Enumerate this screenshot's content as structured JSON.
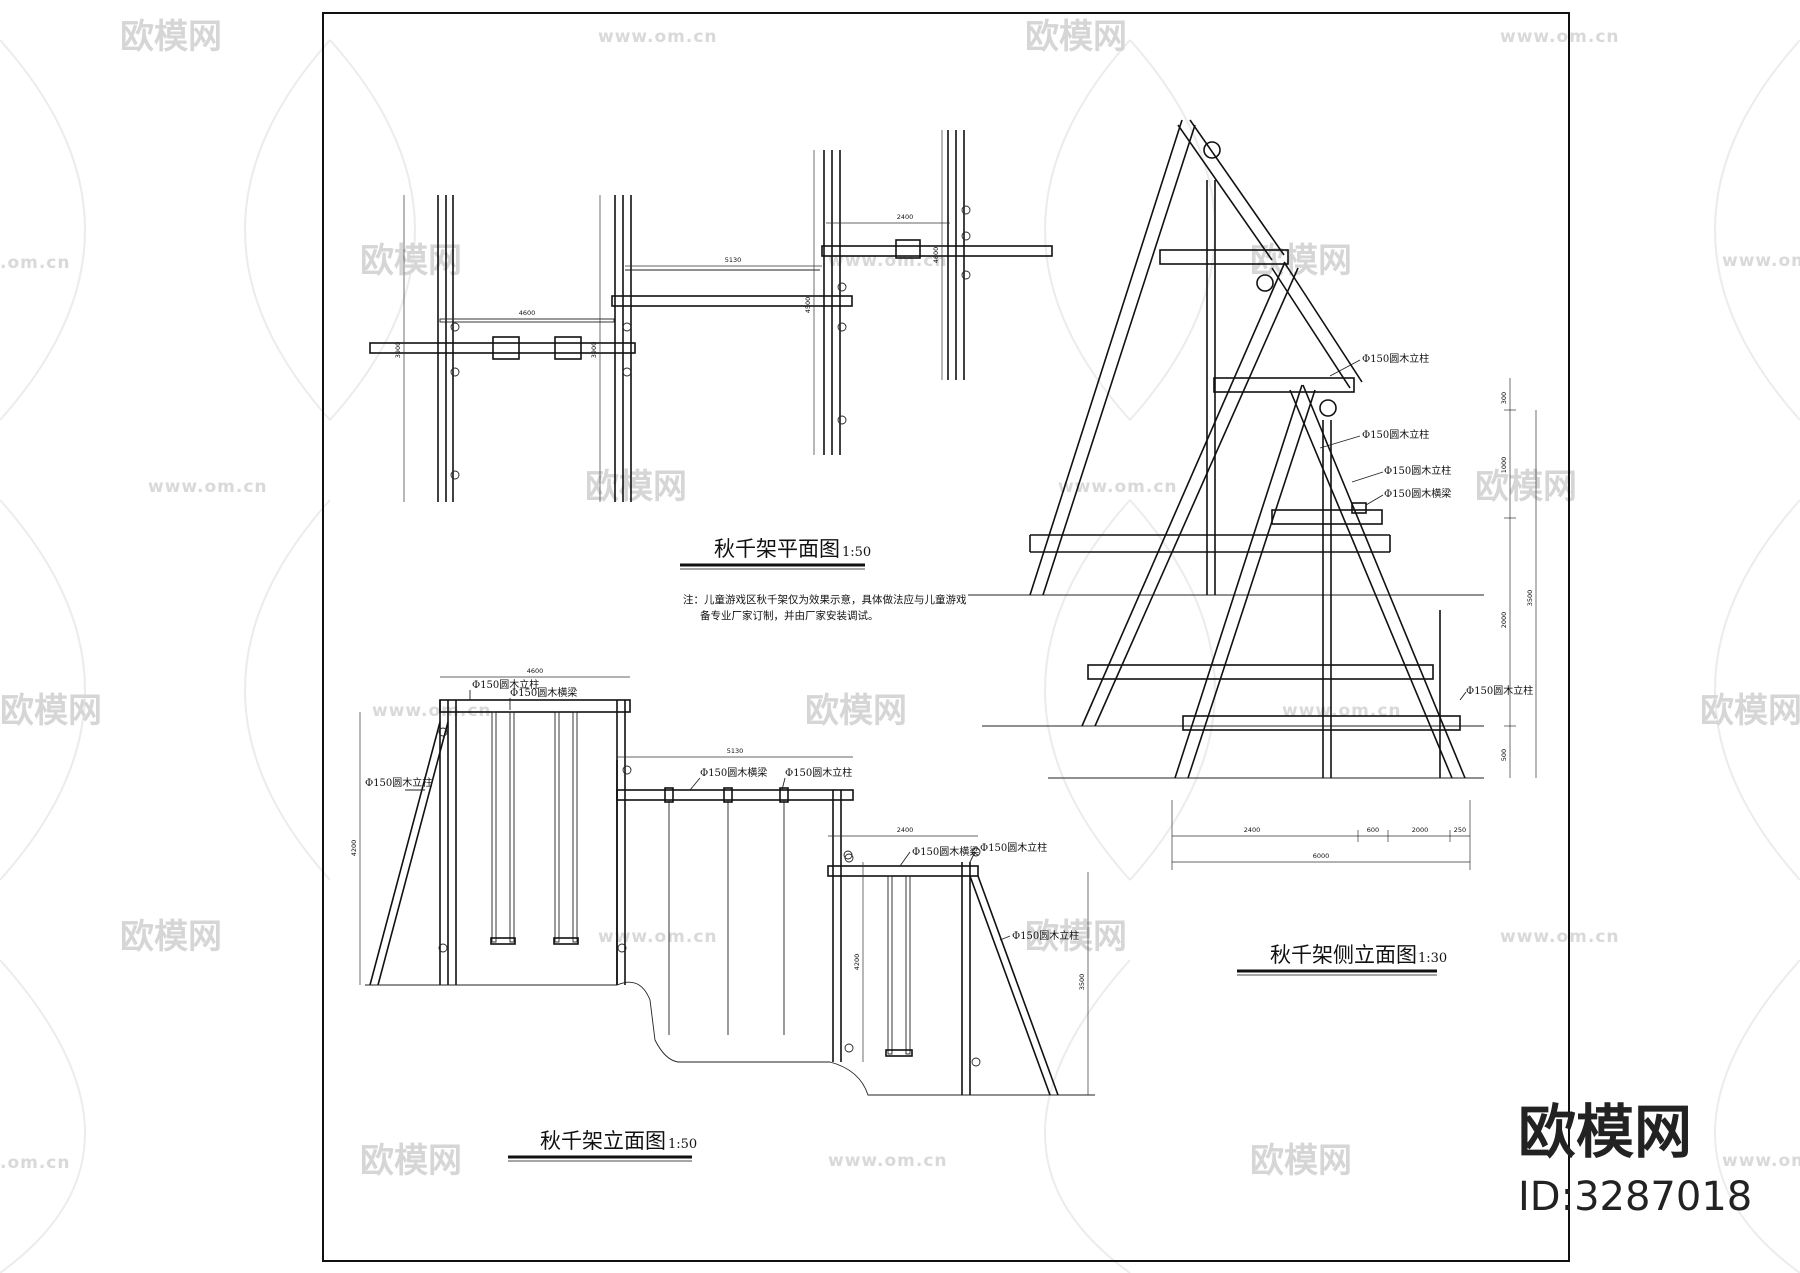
{
  "watermark": {
    "logo_text": "欧模网",
    "url_text": "www.om.cn",
    "url_fragment": ".om.cn",
    "logo_fragment": "欧模网"
  },
  "plan_view": {
    "title": "秋千架平面图",
    "scale": "1:50",
    "dims": {
      "span_a": "4600",
      "span_b": "5130",
      "span_c": "2400",
      "depth_a": "3900",
      "depth_b": "3900",
      "depth_c": "4500",
      "depth_d": "4600"
    }
  },
  "note": {
    "line1": "注：儿童游戏区秋千架仅为效果示意，具体做法应与儿童游戏",
    "line2": "备专业厂家订制，并由厂家安装调试。"
  },
  "front_elevation": {
    "title": "秋千架立面图",
    "scale": "1:50",
    "dims": {
      "width_a": "4600",
      "width_b": "5130",
      "width_c": "2400",
      "height_a": "4200",
      "height_b": "4200",
      "height_c": "3500"
    },
    "labels": {
      "post": "Φ150圆木立柱",
      "beam": "Φ150圆木横梁",
      "post_left": "Φ150圆木立柱",
      "beam_mid": "Φ150圆木横梁",
      "post_mid": "Φ150圆木立柱",
      "beam_right": "Φ150圆木横梁",
      "post_right": "Φ150圆木立柱",
      "brace_right": "Φ150圆木立柱"
    }
  },
  "side_elevation": {
    "title": "秋千架侧立面图",
    "scale": "1:30",
    "labels": {
      "post_1": "Φ150圆木立柱",
      "post_2": "Φ150圆木立柱",
      "post_3": "Φ150圆木立柱",
      "beam": "Φ150圆木横梁",
      "post_base": "Φ150圆木立柱"
    },
    "dims": {
      "v_top": "300",
      "v_mid": "1000",
      "v_low": "2000",
      "v_total": "3500",
      "v_base": "500",
      "h_a": "2400",
      "h_b": "600",
      "h_c": "2000",
      "h_d": "250",
      "h_total": "6000"
    }
  },
  "brand": {
    "name": "欧模网",
    "id": "ID:3287018"
  }
}
